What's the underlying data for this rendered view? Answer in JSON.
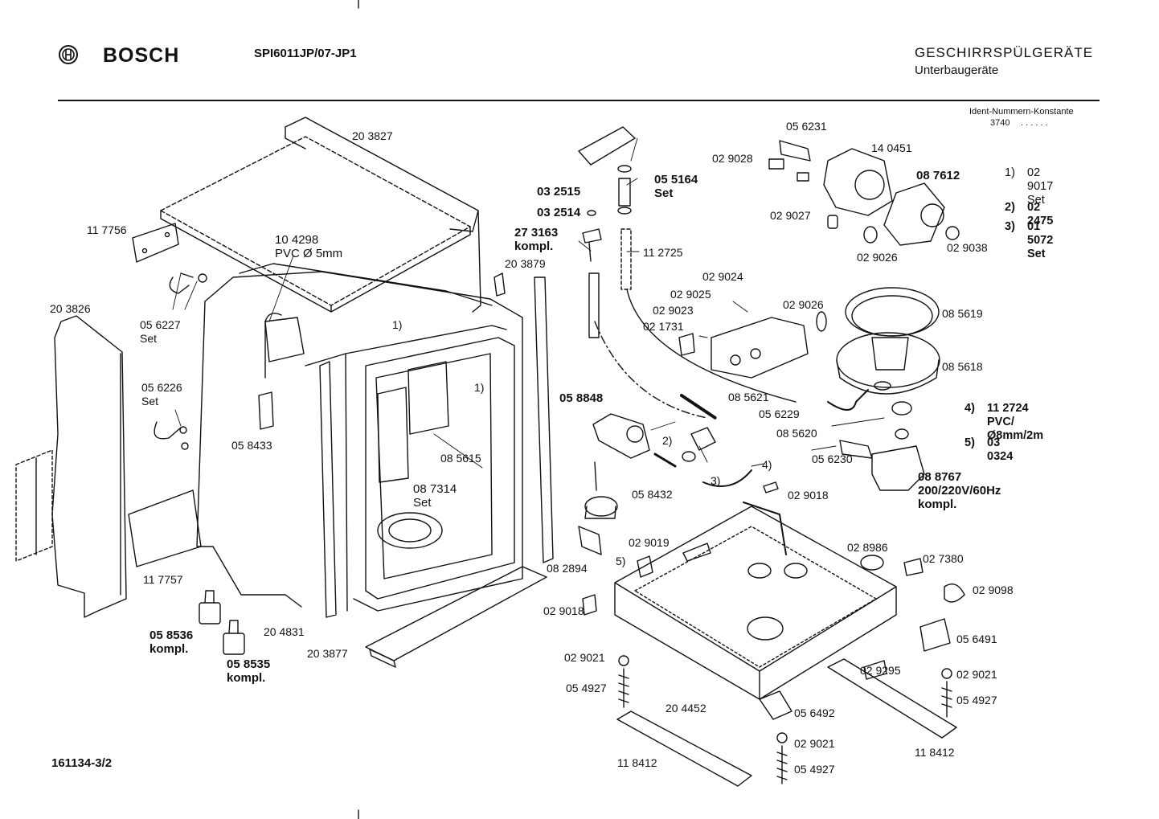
{
  "header": {
    "brand": "BOSCH",
    "model": "SPI6011JP/07-JP1",
    "category": "GESCHIRRSPÜLGERÄTE",
    "subcategory": "Unterbaugeräte",
    "ident_title": "Ident-Nummern-Konstante",
    "ident_value": "3740",
    "ident_dots": ". .   . . . ."
  },
  "footer": {
    "doc_number": "161134-3/2"
  },
  "colors": {
    "ink": "#111111",
    "paper": "#ffffff"
  },
  "labels": {
    "l01": "20 3827",
    "l02": "11 7756",
    "l03": "10 4298\nPVC Ø 5mm",
    "l04": "20 3826",
    "l05": "05 6227\nSet",
    "l06": "05 6226\nSet",
    "l07": "05 8433",
    "l08": "11 7757",
    "l09": "05 8536\nkompl.",
    "l10": "05 8535\nkompl.",
    "l11": "20 4831",
    "l12": "20 3877",
    "l13": "20 3879",
    "l14": "1)",
    "l15": "1)",
    "l16": "08 5615",
    "l17": "08 7314\nSet",
    "l18": "03 2515",
    "l19": "03 2514",
    "l20": "27 3163\nkompl.",
    "l21": "05 5164\nSet",
    "l22": "11 2725",
    "l23": "05 6231",
    "l24": "02 9028",
    "l25": "14 0451",
    "l26": "08 7612",
    "l27": "02 9027",
    "l28": "02 9026",
    "l29": "02 9038",
    "l30": "02 9024",
    "l31": "02 9025",
    "l32": "02 9023",
    "l33": "02 1731",
    "l34": "02 9026",
    "l35": "08 5619",
    "l36": "08 5618",
    "l37": "08 5621",
    "l38": "05 6229",
    "l39": "08 5620",
    "l40": "05 6230",
    "l41": "05 8848",
    "l42": "2)",
    "l43": "3)",
    "l44": "4)",
    "l45": "05 8432",
    "l46": "02 9018",
    "l47": "08 8767\n200/220V/60Hz\nkompl.",
    "l48": "02 9019",
    "l49": "5)",
    "l50": "08 2894",
    "l51": "02 9018",
    "l52": "02 8986",
    "l53": "02 7380",
    "l54": "02 9098",
    "l55": "05 6491",
    "l56": "02 9021",
    "l57": "05 4927",
    "l58": "20 4452",
    "l59": "02 9295",
    "l60": "02 9021",
    "l61": "05 4927",
    "l62": "05 6492",
    "l63": "02 9021",
    "l64": "05 4927",
    "l65": "11 8412",
    "l66": "11 8412"
  },
  "legend": [
    {
      "key": "1)",
      "value": "02 9017\nSet"
    },
    {
      "key": "2)",
      "value": "02 2475"
    },
    {
      "key": "3)",
      "value": "01 5072\nSet"
    },
    {
      "key": "4)",
      "value": "11 2724\nPVC/Ø8mm/2m"
    },
    {
      "key": "5)",
      "value": "03 0324"
    }
  ]
}
